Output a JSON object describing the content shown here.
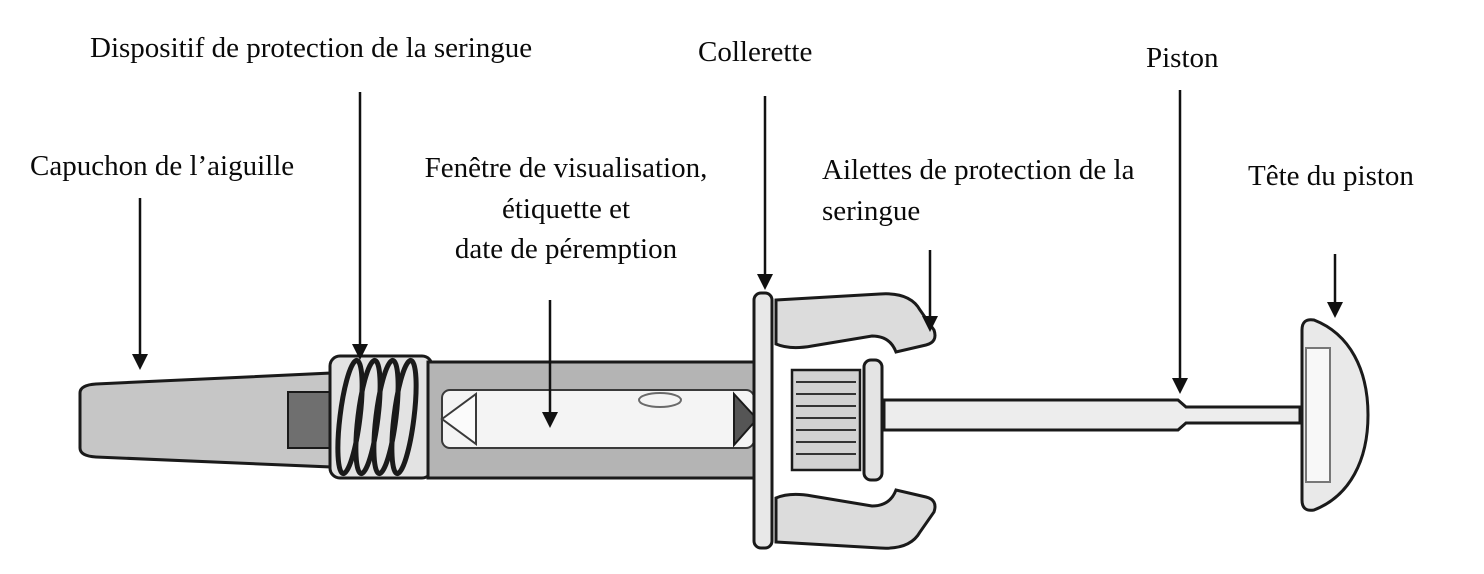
{
  "diagram": {
    "background_color": "#ffffff",
    "line_color": "#1a1a1a",
    "labels": {
      "protection_device": "Dispositif de protection de la seringue",
      "collerette": "Collerette",
      "piston": "Piston",
      "needle_cap": "Capuchon de l’aiguille",
      "viewing_window": "Fenêtre de visualisation,\nétiquette et\ndate de péremption",
      "wings": "Ailettes de protection de la\nseringue",
      "piston_head": "Tête du piston"
    }
  }
}
